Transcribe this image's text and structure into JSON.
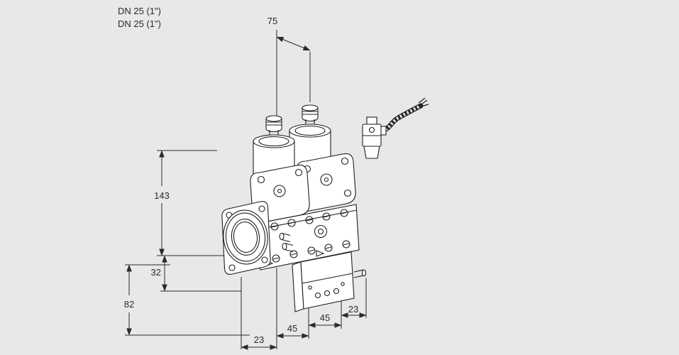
{
  "page": {
    "background": "#e8e8e8",
    "line_color": "#1f1f1f",
    "dim_color": "#2a2a2a"
  },
  "annotations": {
    "dn_label_1": "DN 25 (1\")",
    "dn_label_2": "DN 25 (1\")"
  },
  "dimensions": {
    "actuator_spacing": "75",
    "body_height": "143",
    "flange_offset": "32",
    "lower_height": "82",
    "bottom_left": "23",
    "bottom_mid_left": "45",
    "bottom_mid_right": "45",
    "bottom_right": "23"
  }
}
